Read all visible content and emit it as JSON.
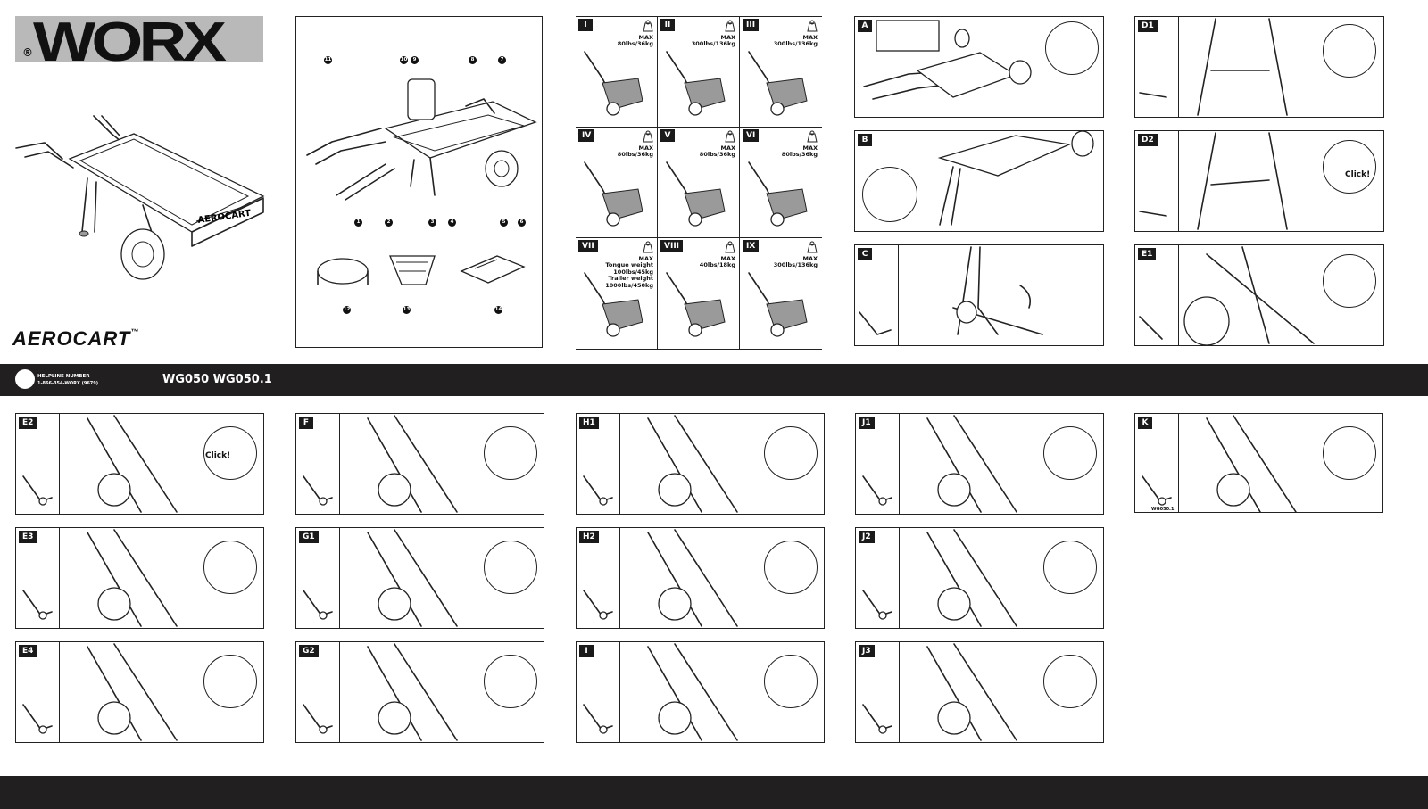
{
  "brand": {
    "name": "WORX",
    "reg": "®",
    "product": "AEROCART",
    "tm": "™"
  },
  "footer_band": {
    "helpline_title": "HELPLINE NUMBER",
    "helpline_number": "1-866-354-WORX (9679)",
    "models": "WG050 WG050.1"
  },
  "parts": {
    "numbers": [
      "1",
      "2",
      "3",
      "4",
      "5",
      "6",
      "7",
      "8",
      "9",
      "10",
      "11",
      "12",
      "13",
      "14"
    ]
  },
  "loads": [
    {
      "id": "I",
      "max": "MAX",
      "value": "80lbs/36kg"
    },
    {
      "id": "II",
      "max": "MAX",
      "value": "300lbs/136kg"
    },
    {
      "id": "III",
      "max": "MAX",
      "value": "300lbs/136kg"
    },
    {
      "id": "IV",
      "max": "MAX",
      "value": "80lbs/36kg"
    },
    {
      "id": "V",
      "max": "MAX",
      "value": "80lbs/36kg"
    },
    {
      "id": "VI",
      "max": "MAX",
      "value": "80lbs/36kg"
    },
    {
      "id": "VII",
      "max": "MAX",
      "value": "Tongue weight 100lbs/45kg Trailer weight 1000lbs/450kg"
    },
    {
      "id": "VIII",
      "max": "MAX",
      "value": "40lbs/18kg"
    },
    {
      "id": "IX",
      "max": "MAX",
      "value": "300lbs/136kg"
    }
  ],
  "steps": {
    "A": "A",
    "B": "B",
    "C": "C",
    "D1": "D1",
    "D2": "D2",
    "E1": "E1",
    "E2": "E2",
    "E3": "E3",
    "E4": "E4",
    "F": "F",
    "G1": "G1",
    "G2": "G2",
    "H1": "H1",
    "H2": "H2",
    "I": "I",
    "J1": "J1",
    "J2": "J2",
    "J3": "J3",
    "K": "K"
  },
  "labels": {
    "click": "Click!",
    "k_model": "WG050.1"
  }
}
